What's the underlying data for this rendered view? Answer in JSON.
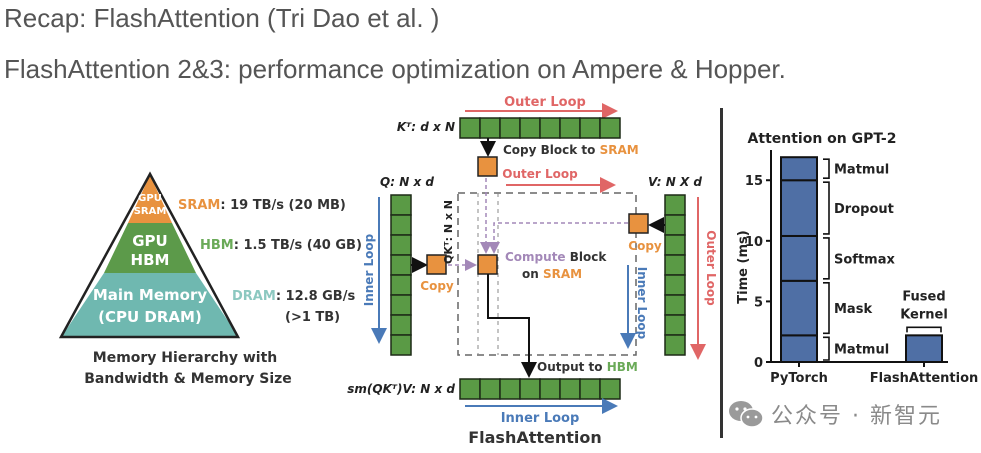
{
  "slide": {
    "title_line1": "Recap: FlashAttention (Tri Dao et al. )",
    "title_line2": "FlashAttention 2&3: performance optimization on Ampere & Hopper."
  },
  "colors": {
    "sram": "#e8923f",
    "hbm": "#5c9a4a",
    "dram": "#6fb8b0",
    "block_green": "#5a9a45",
    "block_orange": "#e8923f",
    "outer_loop": "#e06666",
    "inner_loop": "#4a7ab8",
    "compute_purple": "#a388b8",
    "bar_fill": "#4f6fa5",
    "text_dark": "#333333"
  },
  "pyramid": {
    "tiers": [
      {
        "line1": "GPU",
        "line2": "SRAM",
        "key": "SRAM",
        "spec": ": 19 TB/s (20 MB)"
      },
      {
        "line1": "GPU",
        "line2": "HBM",
        "key": "HBM",
        "spec": ": 1.5 TB/s (40 GB)"
      },
      {
        "line1": "Main Memory",
        "line2": "(CPU DRAM)",
        "key": "DRAM",
        "spec": ": 12.8 GB/s",
        "spec2": "(>1 TB)"
      }
    ],
    "caption_line1": "Memory Hierarchy with",
    "caption_line2": "Bandwidth & Memory Size"
  },
  "flash_diagram": {
    "kt_label": "Kᵀ: d x N",
    "q_label": "Q: N x d",
    "v_label": "V: N X d",
    "qk_label": "QKᵀ: N x N",
    "out_label": "sm(QKᵀ)V: N x d",
    "outer_loop_top": "Outer Loop",
    "outer_loop_mid": "Outer Loop",
    "outer_loop_right": "Outer Loop",
    "inner_loop_left": "Inner Loop",
    "inner_loop_mid": "Inner Loop",
    "inner_loop_bottom": "Inner Loop",
    "copy_block_prefix": "Copy Block to ",
    "copy_block_key": "SRAM",
    "copy_left": "Copy",
    "copy_right": "Copy",
    "compute_key": "Compute",
    "compute_rest": " Block",
    "compute_on": "on ",
    "compute_sram": "SRAM",
    "output_prefix": "Output to ",
    "output_key": "HBM",
    "caption": "FlashAttention",
    "blocks_per_matrix": 8
  },
  "chart_data": {
    "type": "bar",
    "title": "Attention on GPT-2",
    "xlabel": "",
    "ylabel": "Time (ms)",
    "ylim": [
      0,
      17
    ],
    "yticks": [
      0,
      5,
      10,
      15
    ],
    "categories": [
      "PyTorch",
      "FlashAttention"
    ],
    "stacks": [
      {
        "category": "PyTorch",
        "segments": [
          {
            "name": "Matmul",
            "start": 0,
            "end": 2.2
          },
          {
            "name": "Mask",
            "start": 2.2,
            "end": 6.7
          },
          {
            "name": "Softmax",
            "start": 6.7,
            "end": 10.4
          },
          {
            "name": "Dropout",
            "start": 10.4,
            "end": 15.0
          },
          {
            "name": "Matmul",
            "start": 15.0,
            "end": 16.9
          }
        ],
        "total": 16.9
      },
      {
        "category": "FlashAttention",
        "segments": [
          {
            "name": "Fused Kernel",
            "start": 0,
            "end": 2.2
          }
        ],
        "total": 2.2
      }
    ],
    "annotations": [
      "Matmul",
      "Dropout",
      "Softmax",
      "Mask",
      "Matmul",
      "Fused",
      "Kernel"
    ],
    "grid": false,
    "legend": "none"
  },
  "watermark": {
    "icon": "wechat-icon",
    "text": "公众号 · 新智元"
  }
}
